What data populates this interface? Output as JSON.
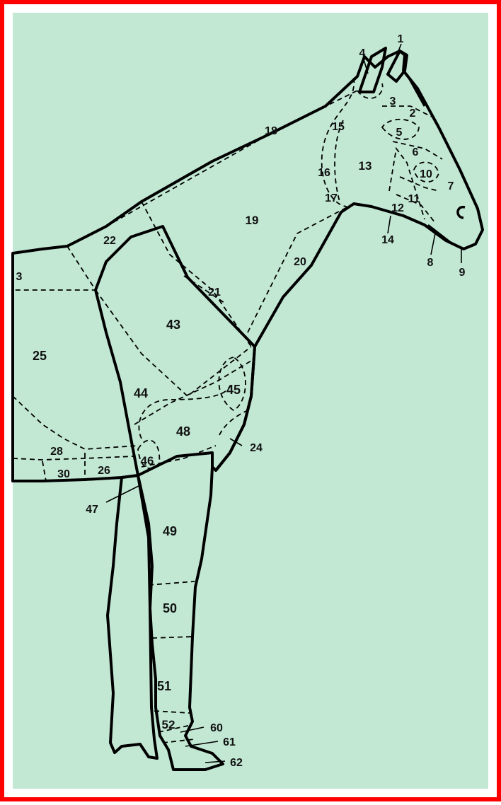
{
  "colors": {
    "frame": "#ff0000",
    "background": "#c2e8d4",
    "body": "#ffffff",
    "highlight": "#ffff00",
    "outline": "#000000"
  },
  "regions": [
    {
      "id": "r1",
      "label": "1"
    },
    {
      "id": "r2",
      "label": "2"
    },
    {
      "id": "r3",
      "label": "3"
    },
    {
      "id": "r3b",
      "label": "3"
    },
    {
      "id": "r4",
      "label": "4"
    },
    {
      "id": "r5",
      "label": "5"
    },
    {
      "id": "r6",
      "label": "6"
    },
    {
      "id": "r7",
      "label": "7"
    },
    {
      "id": "r8",
      "label": "8"
    },
    {
      "id": "r9",
      "label": "9"
    },
    {
      "id": "r10",
      "label": "10"
    },
    {
      "id": "r11",
      "label": "11"
    },
    {
      "id": "r12",
      "label": "12"
    },
    {
      "id": "r13",
      "label": "13"
    },
    {
      "id": "r14",
      "label": "14"
    },
    {
      "id": "r15",
      "label": "15"
    },
    {
      "id": "r16",
      "label": "16"
    },
    {
      "id": "r17",
      "label": "17"
    },
    {
      "id": "r18",
      "label": "18"
    },
    {
      "id": "r19",
      "label": "19"
    },
    {
      "id": "r20",
      "label": "20"
    },
    {
      "id": "r21",
      "label": "21"
    },
    {
      "id": "r22",
      "label": "22"
    },
    {
      "id": "r24",
      "label": "24"
    },
    {
      "id": "r25",
      "label": "25"
    },
    {
      "id": "r26",
      "label": "26"
    },
    {
      "id": "r28",
      "label": "28"
    },
    {
      "id": "r30",
      "label": "30"
    },
    {
      "id": "r43",
      "label": "43"
    },
    {
      "id": "r44",
      "label": "44"
    },
    {
      "id": "r45",
      "label": "45"
    },
    {
      "id": "r46",
      "label": "46"
    },
    {
      "id": "r47",
      "label": "47"
    },
    {
      "id": "r48",
      "label": "48"
    },
    {
      "id": "r49",
      "label": "49"
    },
    {
      "id": "r50",
      "label": "50"
    },
    {
      "id": "r51",
      "label": "51"
    },
    {
      "id": "r52",
      "label": "52"
    },
    {
      "id": "r60",
      "label": "60"
    },
    {
      "id": "r61",
      "label": "61"
    },
    {
      "id": "r62",
      "label": "62"
    }
  ]
}
